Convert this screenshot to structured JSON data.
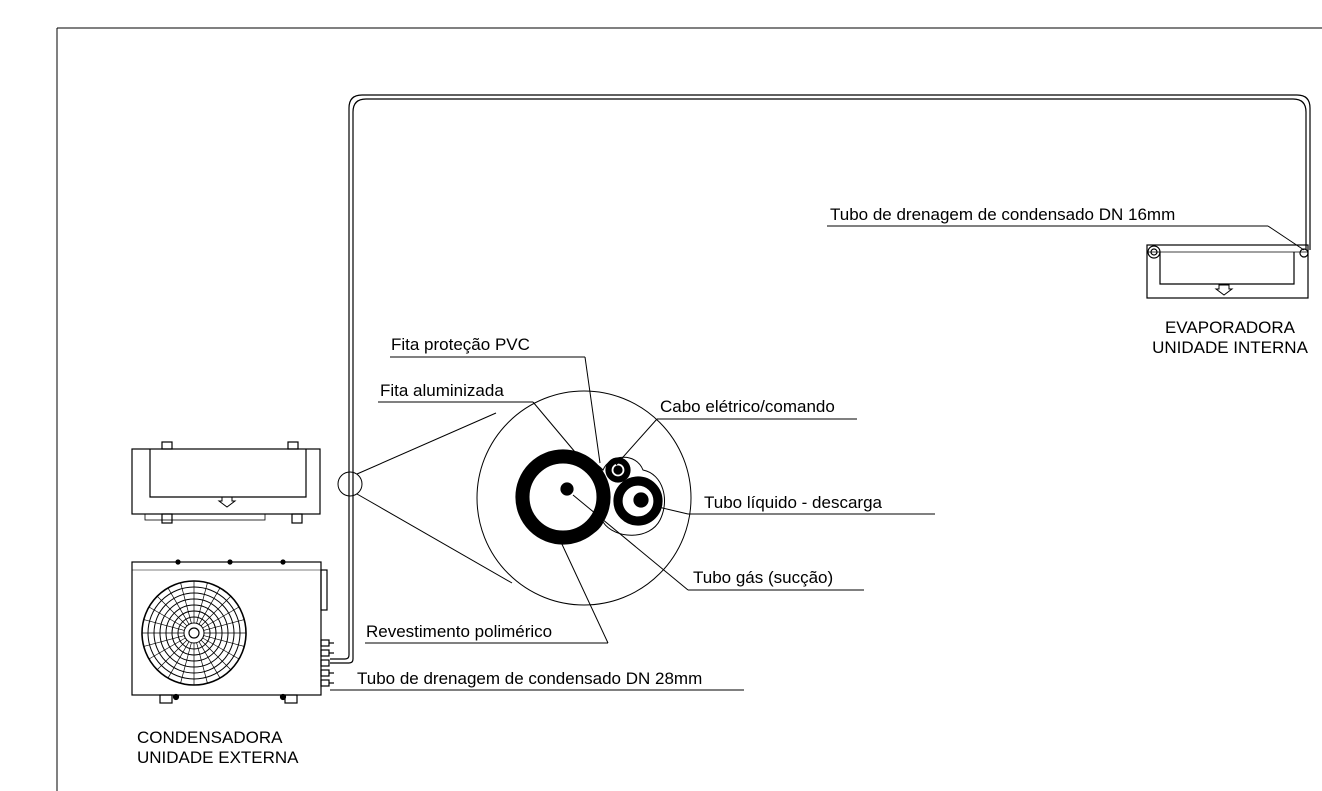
{
  "labels": {
    "drain_evap": "Tubo de drenagem de condensado DN 16mm",
    "fita_pvc": "Fita proteção PVC",
    "fita_alu": "Fita aluminizada",
    "cabo": "Cabo elétrico/comando",
    "tubo_liquido": "Tubo líquido - descarga",
    "tubo_gas": "Tubo gás (sucção)",
    "revestimento": "Revestimento polimérico",
    "drain_cond": "Tubo de drenagem de condensado DN 28mm"
  },
  "captions": {
    "evap_line1": "EVAPORADORA",
    "evap_line2": "UNIDADE INTERNA",
    "cond_line1": "CONDENSADORA",
    "cond_line2": "UNIDADE EXTERNA"
  }
}
